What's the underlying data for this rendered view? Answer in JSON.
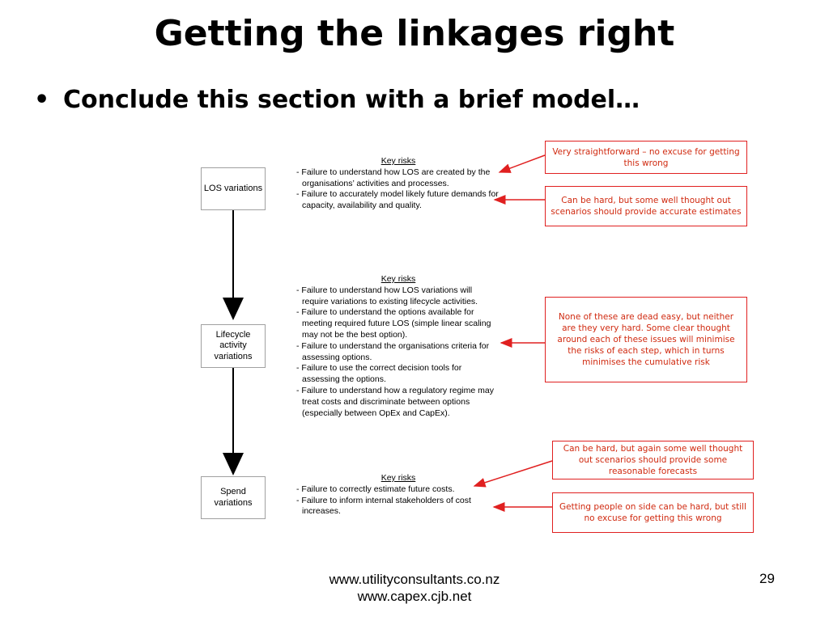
{
  "title": "Getting the linkages right",
  "bullet": {
    "marker": "•",
    "text": "Conclude this section with a brief model…"
  },
  "stages": [
    {
      "label": "LOS variations"
    },
    {
      "label": "Lifecycle activity variations"
    },
    {
      "label": "Spend variations"
    }
  ],
  "risk_blocks": [
    {
      "heading": "Key risks",
      "items": [
        "- Failure to understand how LOS are created by the organisations’ activities and processes.",
        "- Failure to accurately model likely future demands for capacity, availability and quality."
      ]
    },
    {
      "heading": "Key risks",
      "items": [
        "- Failure to understand how LOS variations will require variations to existing lifecycle activities.",
        "- Failure to understand the options available for meeting required future LOS (simple linear scaling may not be the best option).",
        "- Failure to understand the organisations criteria for assessing options.",
        "- Failure to use the correct decision tools for assessing the options.",
        "- Failure to understand how a regulatory regime may treat costs and discriminate between options (especially between OpEx and CapEx)."
      ]
    },
    {
      "heading": "Key risks",
      "items": [
        "- Failure to correctly estimate future costs.",
        "- Failure to inform internal stakeholders of cost increases."
      ]
    }
  ],
  "notes": [
    "Very straightforward – no excuse for getting this wrong",
    "Can be hard, but some well thought out scenarios should provide accurate estimates",
    "None of these are dead easy, but neither are they very hard. Some clear thought around each of these issues will minimise the risks of each step, which in turns minimises the cumulative risk",
    "Can be hard, but again some well thought out scenarios should provide some reasonable forecasts",
    "Getting people on side can be hard, but still no excuse for getting this wrong"
  ],
  "footer": {
    "url1": "www.utilityconsultants.co.nz",
    "url2": "www.capex.cjb.net",
    "page_number": "29"
  },
  "colors": {
    "note_border": "#e02020",
    "note_text": "#d02a10",
    "arrow": "#000000"
  }
}
